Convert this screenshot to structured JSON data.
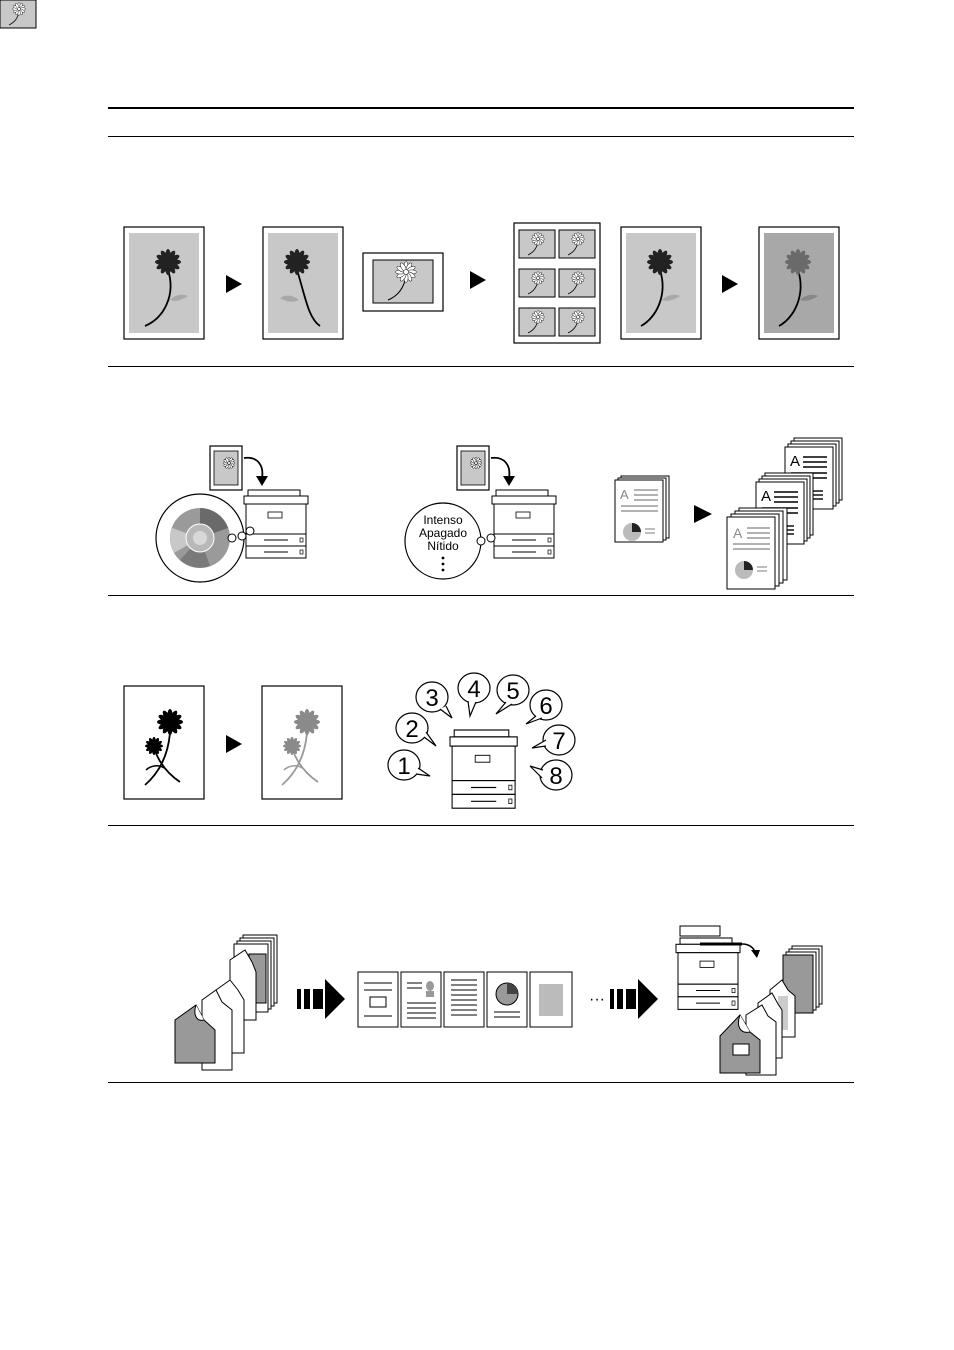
{
  "feature_figures": {
    "color_mode_bubble": {
      "lines": [
        "Intenso",
        "Apagado",
        "Nítido"
      ],
      "more": "⋮"
    },
    "program_numbers": [
      "1",
      "2",
      "3",
      "4",
      "5",
      "6",
      "7",
      "8"
    ],
    "page_letter": "A",
    "continuation": "···"
  },
  "icons": [
    "flower-icon",
    "copier-icon",
    "arrow-icon",
    "document-icon",
    "speech-bubble-icon"
  ]
}
